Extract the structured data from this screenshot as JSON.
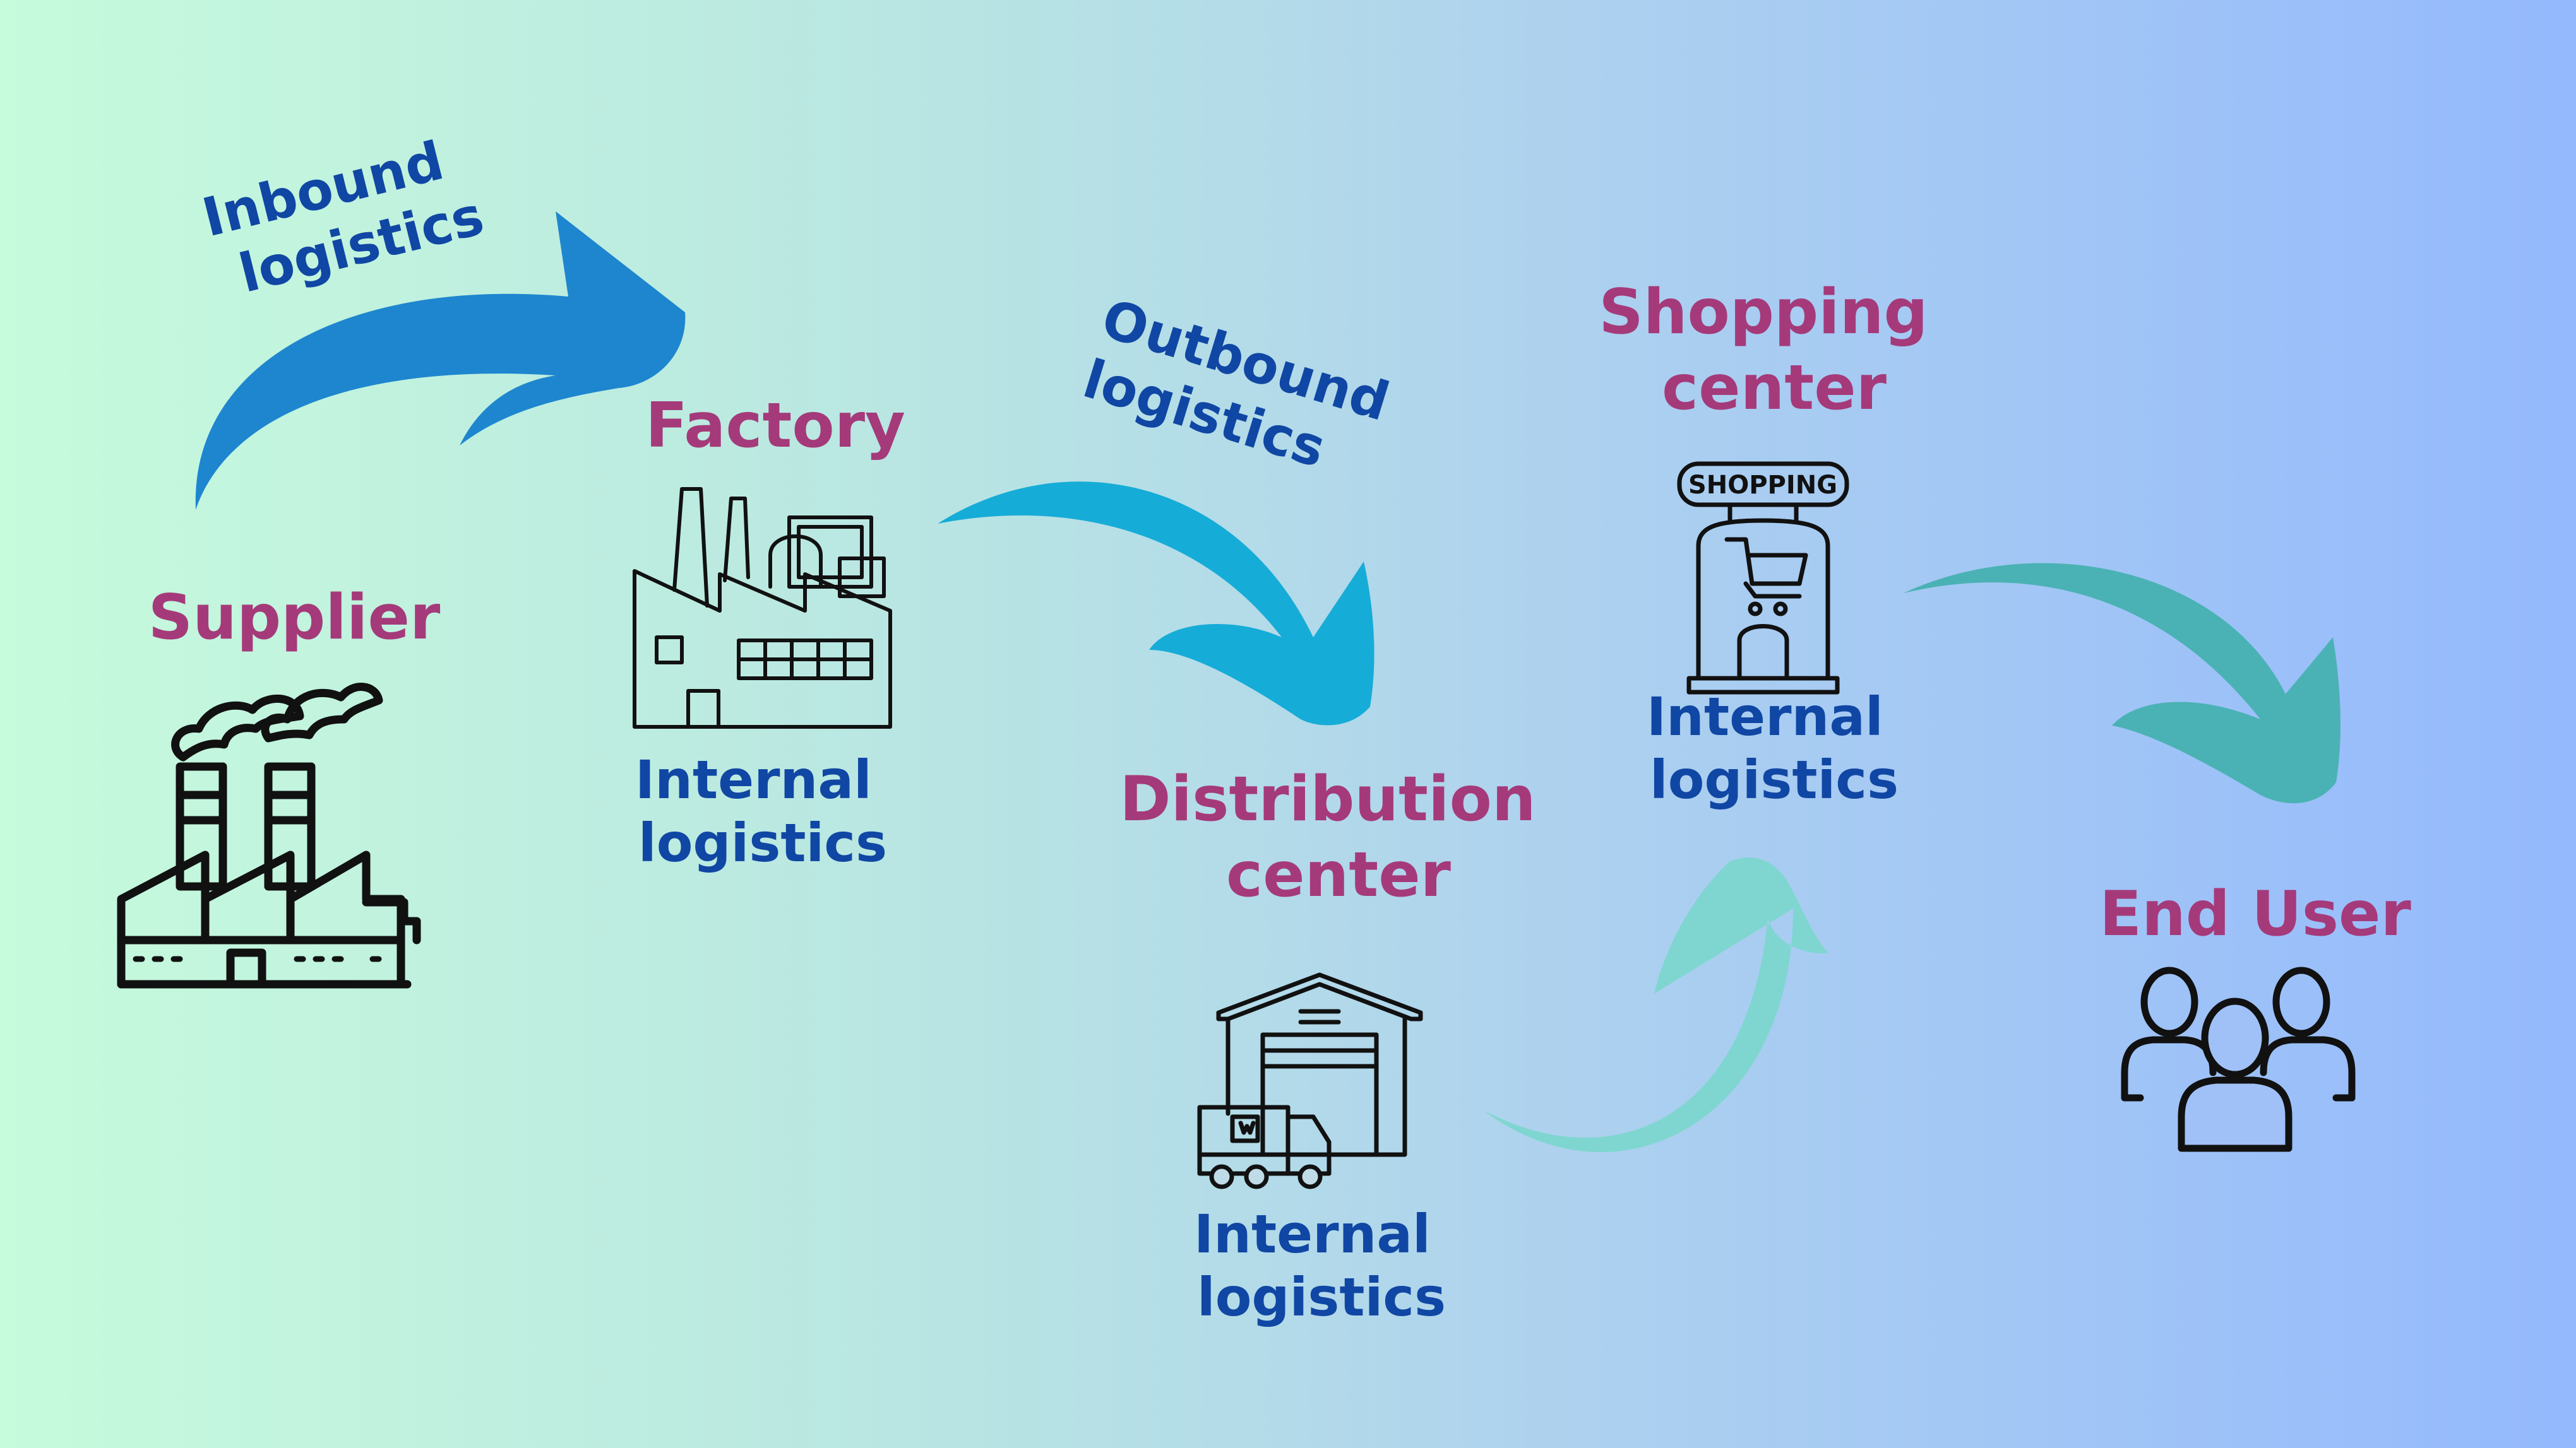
{
  "nodes": {
    "supplier": "Supplier",
    "factory": "Factory",
    "distribution": [
      "Distribution",
      "center"
    ],
    "shopping": [
      "Shopping",
      "center"
    ],
    "end_user": "End User"
  },
  "flows": {
    "inbound": [
      "Inbound",
      "logistics"
    ],
    "outbound": [
      "Outbound",
      "logistics"
    ]
  },
  "internal": {
    "factory": [
      "Internal",
      "logistics"
    ],
    "distribution": [
      "Internal",
      "logistics"
    ],
    "shopping": [
      "Internal",
      "logistics"
    ]
  },
  "icons": {
    "supplier": "factory-smoke-icon",
    "factory": "factory-icon",
    "distribution": "warehouse-truck-icon",
    "shopping": "shopping-kiosk-icon",
    "end_user": "people-group-icon"
  },
  "sign": "SHOPPING",
  "colors": {
    "node_label": "#a53a7a",
    "flow_label": "#1047a4",
    "arrow_inbound": "#1e86cf",
    "arrow_outbound": "#16acd8",
    "arrow_internal": "#7fd6d0",
    "arrow_final": "#4ab2b4"
  }
}
